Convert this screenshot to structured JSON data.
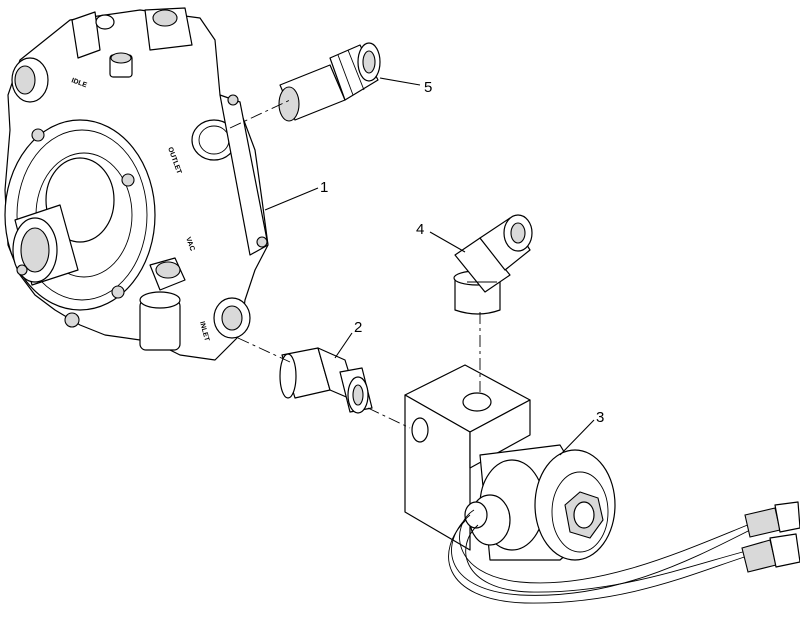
{
  "callouts": [
    {
      "label": "1"
    },
    {
      "label": "2"
    },
    {
      "label": "3"
    },
    {
      "label": "4"
    },
    {
      "label": "5"
    }
  ],
  "body_markings": {
    "idle": "IDLE",
    "outlet": "OUTLET",
    "vac": "VAC",
    "inlet": "INLET"
  },
  "colors": {
    "line": "#000000",
    "background": "#ffffff",
    "shade": "#d9d9d9"
  }
}
